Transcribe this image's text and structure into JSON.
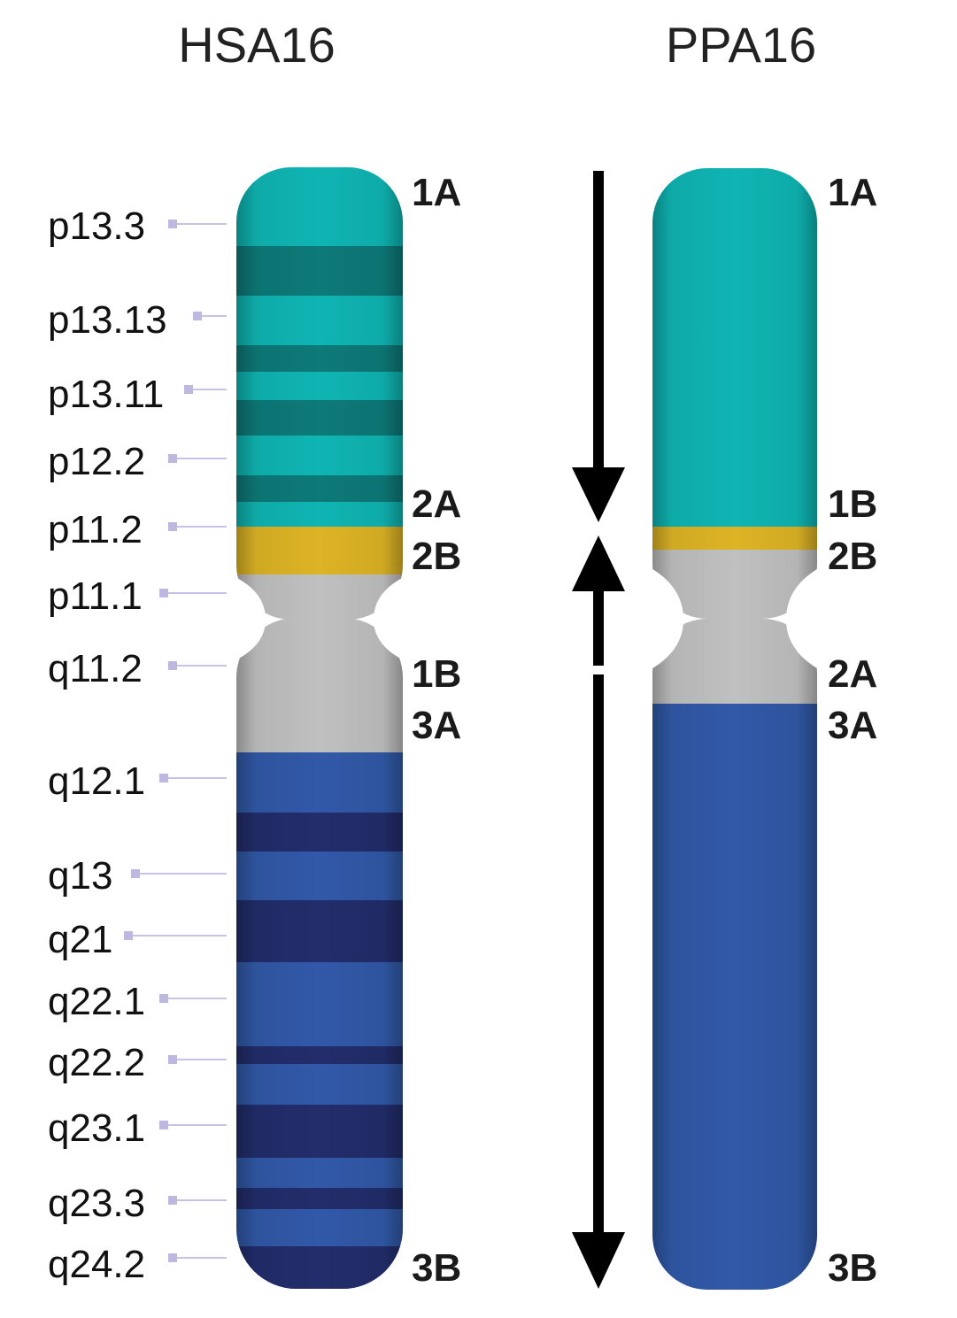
{
  "colors": {
    "p_arm_light": "#0fb5b3",
    "p_arm_dark": "#0d7a78",
    "centromere_yellow": "#ddb425",
    "heterochromatin_gray": "#c0c0c0",
    "q_arm_light": "#3159a8",
    "q_arm_dark": "#222d6b",
    "leader_line": "#c7c3e6",
    "leader_marker": "#bdb8e0",
    "arrow": "#000000"
  },
  "left": {
    "title": "HSA16",
    "band_labels": [
      "p13.3",
      "p13.13",
      "p13.11",
      "p12.2",
      "p11.2",
      "p11.1",
      "q11.2",
      "q12.1",
      "q13",
      "q21",
      "q22.1",
      "q22.2",
      "q23.1",
      "q23.3",
      "q24.2"
    ],
    "segment_labels": [
      "1A",
      "2A",
      "2B",
      "1B",
      "3A",
      "3B"
    ]
  },
  "right": {
    "title": "PPA16",
    "segment_labels": [
      "1A",
      "1B",
      "2B",
      "2A",
      "3A",
      "3B"
    ]
  },
  "arrows": [
    {
      "icon": "down-arrow-icon"
    },
    {
      "icon": "up-arrow-icon"
    },
    {
      "icon": "down-arrow-icon"
    }
  ]
}
